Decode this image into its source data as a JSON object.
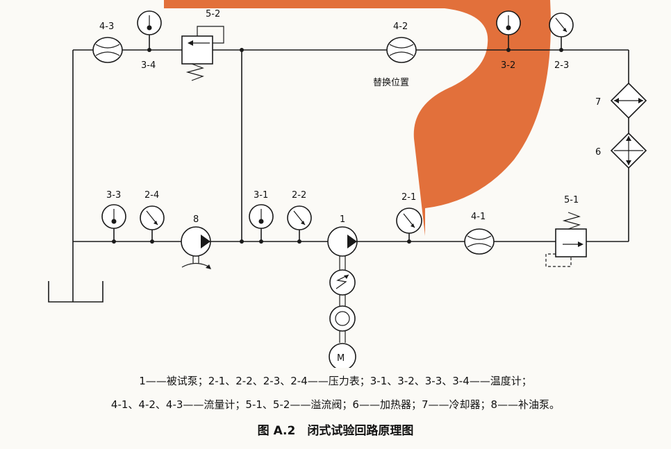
{
  "labels": {
    "c43": "4-3",
    "c34": "3-4",
    "c52": "5-2",
    "c42": "4-2",
    "c32": "3-2",
    "c23": "2-3",
    "c7": "7",
    "c6": "6",
    "c33": "3-3",
    "c24": "2-4",
    "c8": "8",
    "c31": "3-1",
    "c22": "2-2",
    "c1": "1",
    "c21": "2-1",
    "c41": "4-1",
    "c51": "5-1",
    "motor": "M"
  },
  "note": "替换位置",
  "legend": {
    "line1": "1——被试泵；2-1、2-2、2-3、2-4——压力表；3-1、3-2、3-3、3-4——温度计；",
    "line2": "4-1、4-2、4-3——流量计；5-1、5-2——溢流阀；6——加热器；7——冷却器；8——补油泵。"
  },
  "figure_title": "图 A.2　闭式试验回路原理图",
  "colors": {
    "watermark": "#e0642a",
    "ink": "#1a1a1a"
  }
}
